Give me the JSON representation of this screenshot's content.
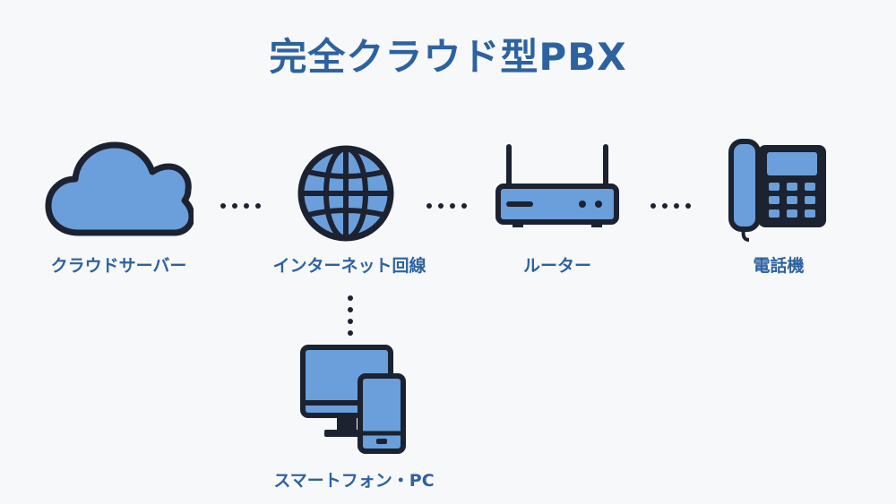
{
  "title": "完全クラウド型PBX",
  "nodes": {
    "cloud_server": {
      "label": "クラウドサーバー",
      "icon": "cloud-icon"
    },
    "internet": {
      "label": "インターネット回線",
      "icon": "globe-icon"
    },
    "router": {
      "label": "ルーター",
      "icon": "router-icon"
    },
    "phone": {
      "label": "電話機",
      "icon": "desk-phone-icon"
    },
    "devices": {
      "label": "スマートフォン・PC",
      "icon": "monitor-smartphone-icon"
    }
  },
  "colors": {
    "accent": "#2d62a0",
    "fill": "#6a9fdb",
    "stroke": "#1c2230"
  }
}
